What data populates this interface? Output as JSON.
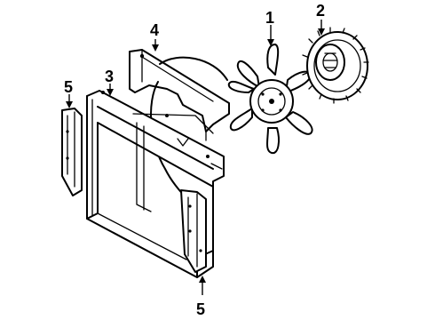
{
  "callouts": [
    {
      "id": "1",
      "label": "1"
    },
    {
      "id": "2",
      "label": "2"
    },
    {
      "id": "3",
      "label": "3"
    },
    {
      "id": "4",
      "label": "4"
    },
    {
      "id": "5a",
      "label": "5"
    },
    {
      "id": "5b",
      "label": "5"
    }
  ]
}
